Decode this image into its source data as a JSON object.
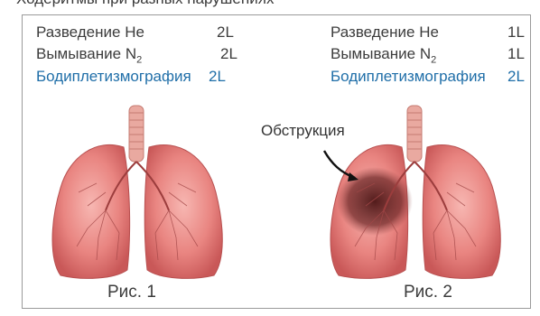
{
  "header_cut": "Ходеритмы при разных нарушениях",
  "fig1": {
    "rows": [
      {
        "label": "Разведение He",
        "value": "2L"
      },
      {
        "label": "Вымывание N",
        "sub": "2",
        "value": "2L"
      },
      {
        "label": "Бодиплетизмография",
        "value": "2L"
      }
    ],
    "caption": "Рис. 1"
  },
  "fig2": {
    "rows": [
      {
        "label": "Разведение He",
        "value": "1L"
      },
      {
        "label": "Вымывание N",
        "sub": "2",
        "value": "1L"
      },
      {
        "label": "Бодиплетизмография",
        "value": "2L"
      }
    ],
    "annotation": "Обструкция",
    "caption": "Рис. 2"
  },
  "colors": {
    "text": "#3c3c3c",
    "accent": "#1f6ea8",
    "lung": "#e07a7a",
    "obstruction": "#5a1e1e"
  }
}
